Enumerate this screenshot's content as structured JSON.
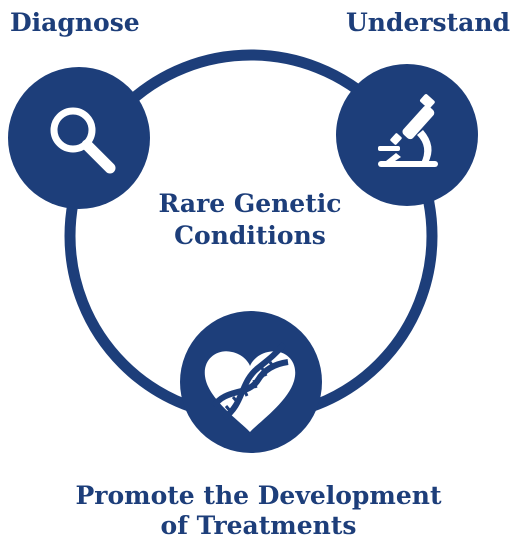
{
  "colors": {
    "brand": "#1d3e7a",
    "icon_fill": "#ffffff"
  },
  "center": {
    "line1": "Rare Genetic",
    "line2": "Conditions"
  },
  "nodes": [
    {
      "label": "Diagnose",
      "icon": "magnifying-glass-icon"
    },
    {
      "label": "Understand",
      "icon": "microscope-icon"
    },
    {
      "label_line1": "Promote the Development",
      "label_line2": "of Treatments",
      "icon": "heart-dna-icon"
    }
  ]
}
